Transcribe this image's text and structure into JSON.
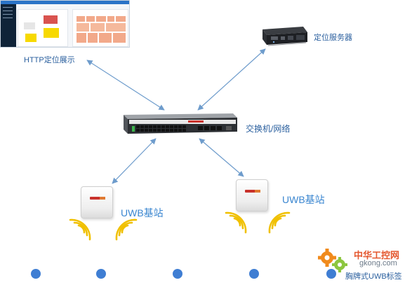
{
  "labels": {
    "http_display": "HTTP定位展示",
    "location_server": "定位服务器",
    "switch_network": "交换机/网络",
    "uwb_station_left": "UWB基站",
    "uwb_station_right": "UWB基站",
    "uwb_tag": "胸牌式UWB标签"
  },
  "watermark": {
    "cn": "中华工控网",
    "url": "gkong.com"
  },
  "colors": {
    "label_blue": "#2a5f9e",
    "label_blue_light": "#3a86d0",
    "arrow": "#6e9ccc",
    "dot": "#3f7ed3",
    "wave": "#f0c000",
    "accent_orange": "#f08a1c",
    "accent_green": "#8cc63f"
  }
}
